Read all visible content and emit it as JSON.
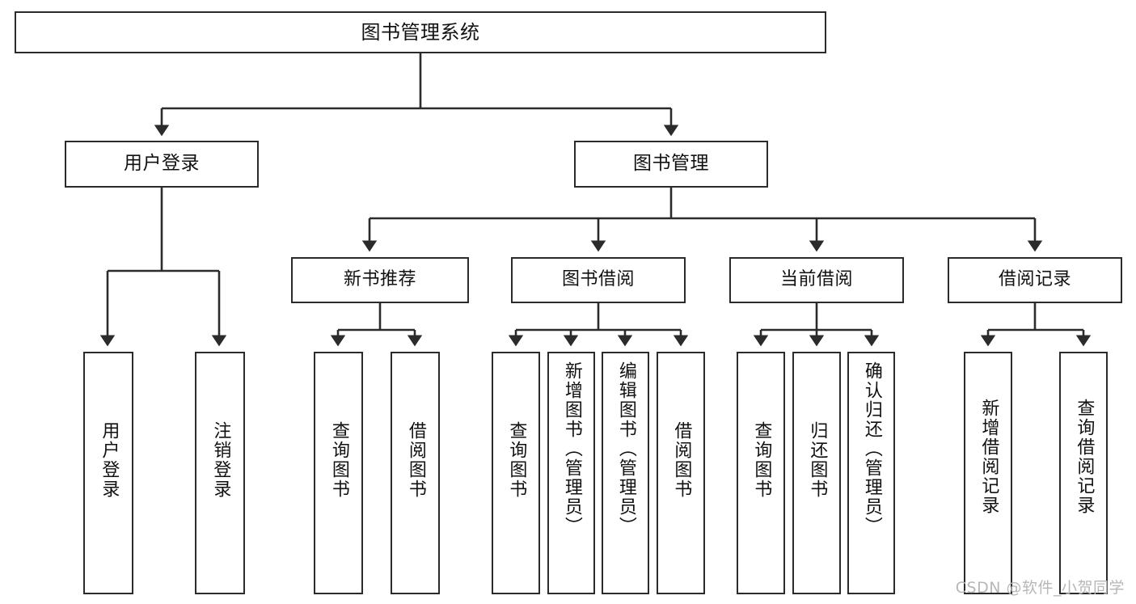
{
  "diagram": {
    "type": "tree-hierarchy",
    "title": "图书管理系统",
    "watermark": "CSDN @软件_小贺同学",
    "colors": {
      "stroke": "#2b2b2b",
      "fill": "#ffffff",
      "text": "#111111",
      "watermark": "#b7b7b7"
    },
    "root": {
      "label": "图书管理系统"
    },
    "level2": [
      {
        "label": "用户登录"
      },
      {
        "label": "图书管理"
      }
    ],
    "level3": [
      {
        "label": "新书推荐"
      },
      {
        "label": "图书借阅"
      },
      {
        "label": "当前借阅"
      },
      {
        "label": "借阅记录"
      }
    ],
    "leaves": {
      "user_login": [
        {
          "label": "用户登录"
        },
        {
          "label": "注销登录"
        }
      ],
      "new_book_recommend": [
        {
          "label": "查询图书"
        },
        {
          "label": "借阅图书"
        }
      ],
      "book_borrow": [
        {
          "label": "查询图书"
        },
        {
          "label": "新增图书（管理员）"
        },
        {
          "label": "编辑图书（管理员）"
        },
        {
          "label": "借阅图书"
        }
      ],
      "current_borrow": [
        {
          "label": "查询图书"
        },
        {
          "label": "归还图书"
        },
        {
          "label": "确认归还（管理员）"
        }
      ],
      "borrow_records": [
        {
          "label": "新增借阅记录"
        },
        {
          "label": "查询借阅记录"
        }
      ]
    }
  }
}
